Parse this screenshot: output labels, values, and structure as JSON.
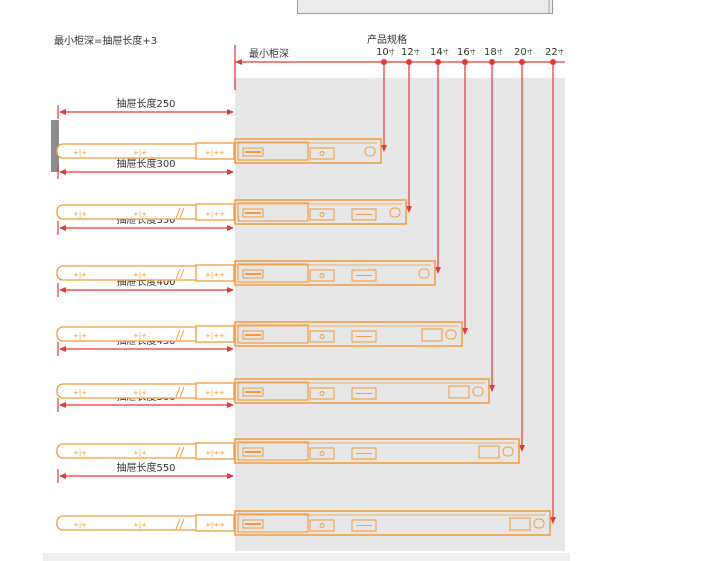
{
  "header": {
    "formula": "最小柜深=抽屉长度+3",
    "spec_title": "产品规格",
    "min_depth_label": "最小柜深"
  },
  "sizes": [
    {
      "num": "10",
      "unit": "寸"
    },
    {
      "num": "12",
      "unit": "寸"
    },
    {
      "num": "14",
      "unit": "寸"
    },
    {
      "num": "16",
      "unit": "寸"
    },
    {
      "num": "18",
      "unit": "寸"
    },
    {
      "num": "20",
      "unit": "寸"
    },
    {
      "num": "22",
      "unit": "寸"
    }
  ],
  "drawers": [
    {
      "label": "抽屉长度250"
    },
    {
      "label": "抽屉长度300"
    },
    {
      "label": "抽屉长度350"
    },
    {
      "label": "抽屉长度400"
    },
    {
      "label": "抽屉长度450"
    },
    {
      "label": "抽屉长度500"
    },
    {
      "label": "抽屉长度550"
    }
  ],
  "colors": {
    "orange": "#f29a3a",
    "red": "#e53935",
    "shade": "#e7e7e7",
    "wall": "#8d8d8d"
  }
}
